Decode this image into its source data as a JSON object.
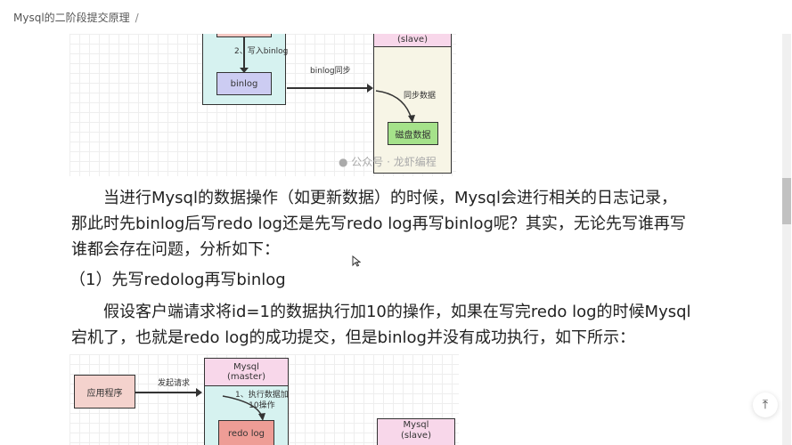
{
  "breadcrumb": {
    "title": "Mysql的二阶段提交原理",
    "separator": "/"
  },
  "figure1": {
    "write_binlog": "2、写入binlog",
    "binlog": "binlog",
    "binlog_sync": "binlog同步",
    "slave": "(slave)",
    "sync_data": "同步数据",
    "disk_data": "磁盘数据",
    "watermark": "公众号 · 龙虾编程"
  },
  "article": {
    "para1_lines": [
      "当进行Mysql的数据操作（如更新数据）的时候，Mysql会进行相关的日志记录，",
      "那此时先binlog后写redo log还是先写redo log再写binlog呢？其实，无论先写谁再写",
      "谁都会存在问题，分析如下："
    ],
    "heading": "（1）先写redolog再写binlog",
    "para2_lines": [
      "假设客户端请求将id=1的数据执行加10的操作，如果在写完redo log的时候Mysql",
      "宕机了，也就是redo log的成功提交，但是binlog并没有成功执行，如下所示："
    ]
  },
  "figure2": {
    "app": "应用程序",
    "request": "发起请求",
    "master_name": "Mysql",
    "master_role": "(master)",
    "step1": "1、执行数据加",
    "step1b": "10操作",
    "redo": "redo log",
    "slave_name": "Mysql",
    "slave_role": "(slave)"
  },
  "back_to_top_icon": "arrow-to-top-icon"
}
